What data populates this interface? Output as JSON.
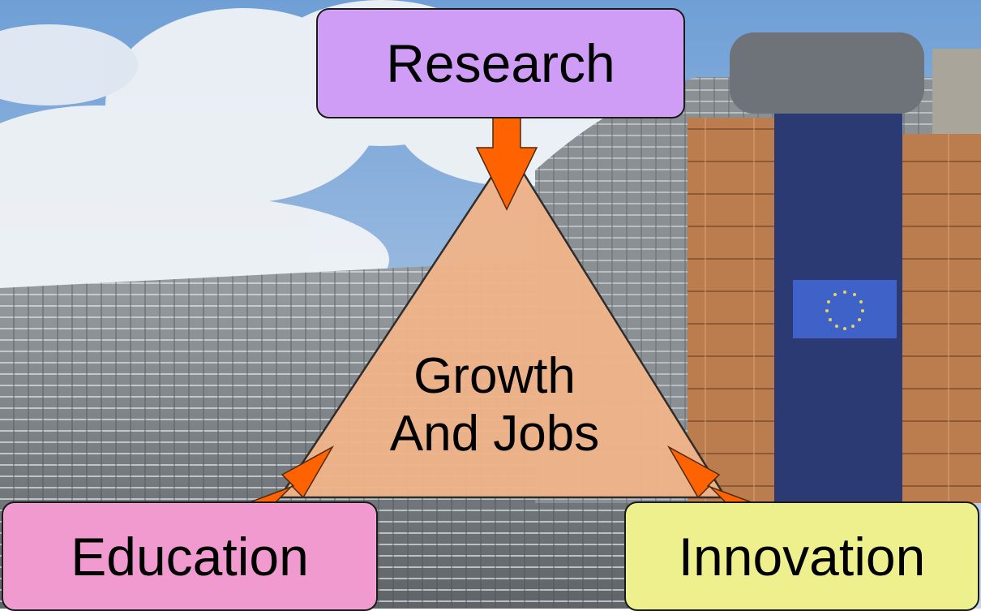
{
  "diagram": {
    "center": {
      "line1": "Growth",
      "line2": "And Jobs"
    },
    "nodes": {
      "research": "Research",
      "education": "Education",
      "innovation": "Innovation"
    }
  },
  "colors": {
    "triangle_fill": "#f0b48a",
    "research_box": "#cf9cf6",
    "education_box": "#f09ad0",
    "innovation_box": "#eef08e",
    "arrow": "#ff6200",
    "sky": "#8fb7e6",
    "building": "#7f858a",
    "facade_brick": "#bb7d4e",
    "banner": "#2b3a72",
    "eu_flag": "#3f62c8"
  }
}
